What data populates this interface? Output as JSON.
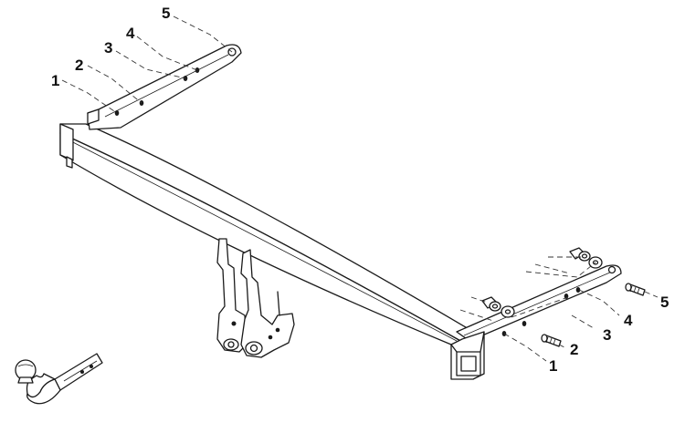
{
  "colors": {
    "line": "#1a1a1a",
    "background": "#ffffff"
  },
  "callouts": {
    "left": [
      "1",
      "2",
      "3",
      "4",
      "5"
    ],
    "right": [
      "1",
      "2",
      "3",
      "4",
      "5"
    ]
  }
}
